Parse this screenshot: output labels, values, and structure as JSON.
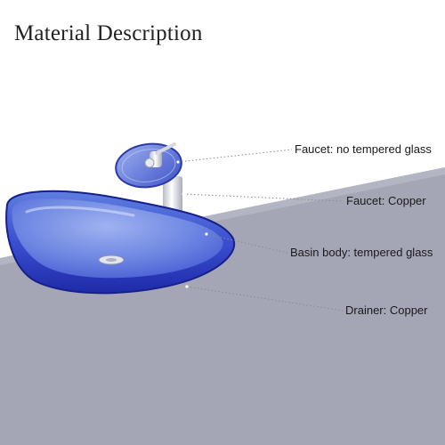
{
  "title": "Material Description",
  "colors": {
    "counter": "#a4a6b6",
    "basin_blue": "#2f3fc4",
    "basin_light": "#6f8ae4",
    "chrome": "#e6e8ee",
    "leader": "#8a8a8a"
  },
  "callouts": [
    {
      "label": "Faucet: no tempered glass"
    },
    {
      "label": "Faucet: Copper"
    },
    {
      "label": "Basin body: tempered glass"
    },
    {
      "label": "Drainer: Copper"
    }
  ]
}
